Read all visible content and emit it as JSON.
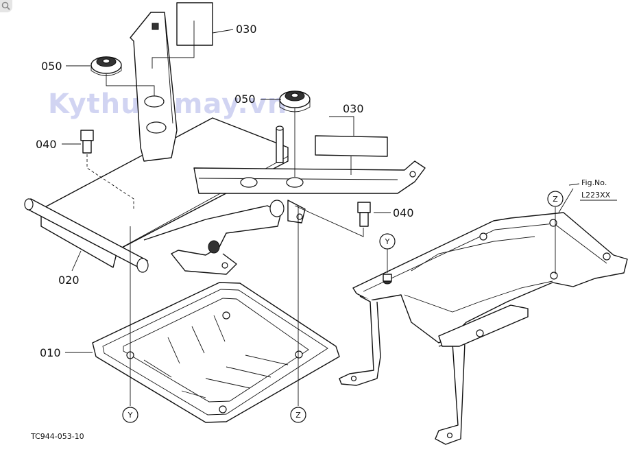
{
  "watermark": "Kythuatmay.vn",
  "figure": {
    "fig_no_label": "Fig.No.",
    "fig_no_value": "L223XX",
    "drawing_code": "TC944-053-10"
  },
  "callouts": {
    "c010": "010",
    "c020": "020",
    "c030a": "030",
    "c030b": "030",
    "c040a": "040",
    "c040b": "040",
    "c050a": "050",
    "c050b": "050"
  },
  "reference_marks": {
    "y_top": "Y",
    "z_top": "Z",
    "y_bottom": "Y",
    "z_bottom": "Z"
  }
}
